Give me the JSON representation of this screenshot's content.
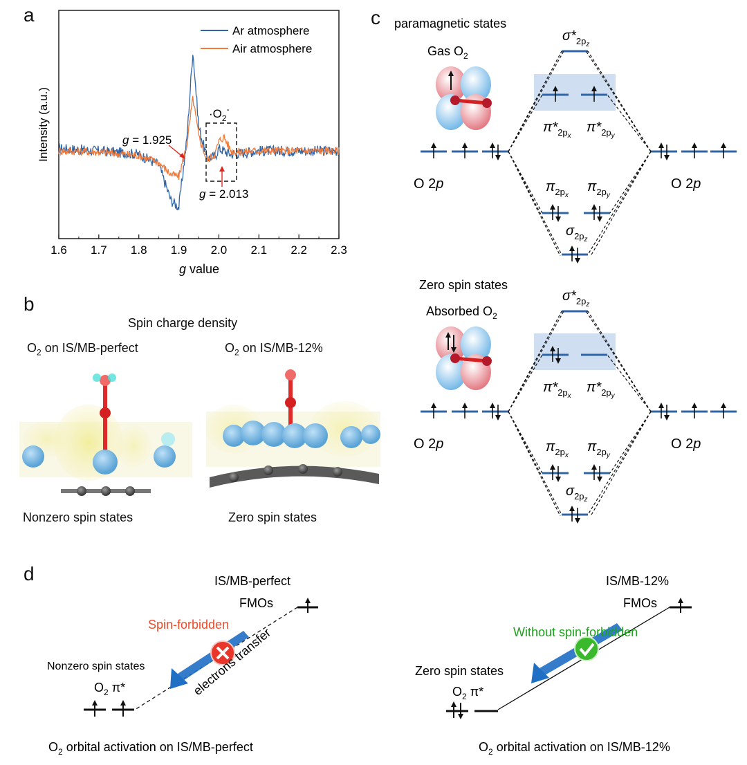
{
  "panels": {
    "a": "a",
    "b": "b",
    "c": "c",
    "d": "d"
  },
  "chart_data": {
    "type": "line",
    "xlabel_prefix": "g",
    "xlabel_suffix": " value",
    "ylabel": "Intensity (a.u.)",
    "xlim": [
      1.6,
      2.3
    ],
    "x_ticks": [
      "1.6",
      "1.7",
      "1.8",
      "1.9",
      "2.0",
      "2.1",
      "2.2",
      "2.3"
    ],
    "legend_position": "top-right",
    "series": [
      {
        "name": "Ar atmosphere",
        "color": "#2f64a6",
        "x": [
          1.6,
          1.7,
          1.8,
          1.85,
          1.88,
          1.9,
          1.92,
          1.935,
          1.95,
          1.97,
          1.99,
          2.0,
          2.013,
          2.03,
          2.05,
          2.1,
          2.2,
          2.3
        ],
        "y": [
          0.02,
          0.0,
          -0.03,
          -0.12,
          -0.42,
          -0.48,
          0.1,
          0.85,
          0.2,
          -0.06,
          -0.05,
          0.02,
          0.0,
          -0.03,
          -0.02,
          0.0,
          0.0,
          0.0
        ]
      },
      {
        "name": "Air atmosphere",
        "color": "#f07a3a",
        "x": [
          1.6,
          1.7,
          1.8,
          1.85,
          1.88,
          1.9,
          1.92,
          1.935,
          1.95,
          1.97,
          1.99,
          2.0,
          2.013,
          2.03,
          2.05,
          2.1,
          2.2,
          2.3
        ],
        "y": [
          0.0,
          -0.01,
          -0.04,
          -0.1,
          -0.2,
          -0.22,
          0.05,
          0.45,
          0.12,
          -0.08,
          -0.03,
          0.08,
          0.12,
          0.0,
          -0.01,
          0.0,
          0.0,
          0.0
        ]
      }
    ],
    "annotations": {
      "g1_label_prefix": "g",
      "g1_label_value": " = 1.925",
      "g2_label_prefix": "g",
      "g2_label_value": " = 2.013",
      "radical": "·O",
      "radical_sub": "2",
      "radical_sup": "-"
    }
  },
  "panel_b": {
    "title": "Spin charge density",
    "left_title_pre": "O",
    "left_title_sub": "2",
    "left_title_post": " on IS/MB-perfect",
    "right_title_pre": "O",
    "right_title_sub": "2",
    "right_title_post": " on IS/MB-12%",
    "left_caption": "Nonzero spin states",
    "right_caption": "Zero spin states"
  },
  "panel_c": {
    "top_heading": "paramagnetic states",
    "top_species_pre": "Gas O",
    "top_species_sub": "2",
    "bottom_heading": "Zero spin states",
    "bottom_species_pre": "Absorbed O",
    "bottom_species_sub": "2",
    "o2p_left": "O 2",
    "o2p_right": "O 2",
    "o2p_italic": "p",
    "sigma_star": "σ*",
    "sigma_star_sub": "2p",
    "sigma_star_subsub": "z",
    "pi_star": "π*",
    "pi_sub": "2p",
    "pi_x": "x",
    "pi_y": "y",
    "pi": "π",
    "sigma": "σ",
    "sigma_sub": "2p",
    "sigma_subsub": "z"
  },
  "panel_d": {
    "left_top_label": "IS/MB-perfect",
    "left_fmos": "FMOs",
    "spin_forbidden": "Spin-forbidden",
    "electrons_transfer": "electrons transfer",
    "nonzero_spin": "Nonzero spin states",
    "o2_pi_pre": "O",
    "o2_pi_sub": "2",
    "o2_pi_post": " π*",
    "left_caption_pre": "O",
    "left_caption_sub": "2",
    "left_caption_post": " orbital activation on IS/MB-perfect",
    "right_top_label": "IS/MB-12%",
    "right_fmos": "FMOs",
    "without_spin_forbidden": "Without spin-forbidden",
    "zero_spin": "Zero spin states",
    "right_caption_pre": "O",
    "right_caption_sub": "2",
    "right_caption_post": " orbital activation on IS/MB-12%",
    "colors": {
      "forbidden": "#f04a2a",
      "allowed": "#1aa51a",
      "arrow": "#1f6fc4"
    }
  }
}
